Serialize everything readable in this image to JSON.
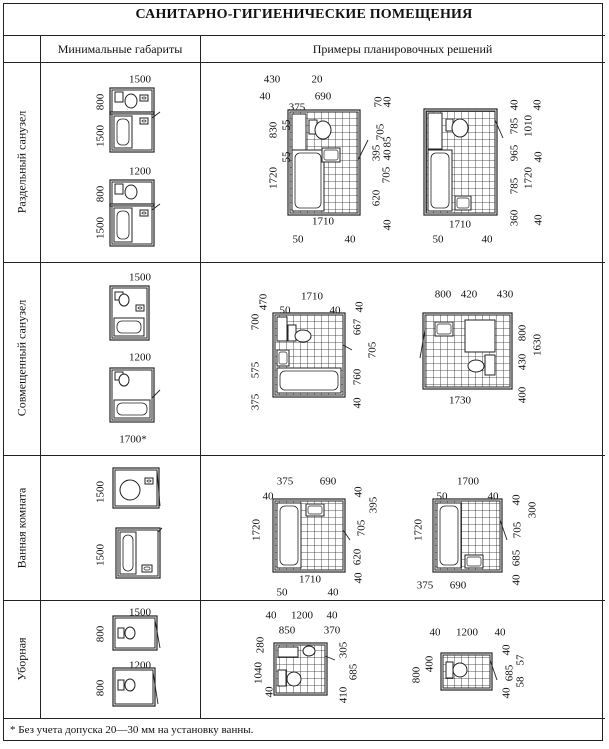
{
  "title": "САНИТАРНО-ГИГИЕНИЧЕСКИЕ ПОМЕЩЕНИЯ",
  "headers": {
    "min_dims": "Минимальные габариты",
    "examples": "Примеры планировочных решений"
  },
  "rows": [
    {
      "label": "Раздельный санузел",
      "min": [
        "1500",
        "800",
        "1500",
        "1200",
        "800",
        "1500"
      ],
      "ex1": [
        "430",
        "20",
        "40",
        "690",
        "375",
        "830",
        "55",
        "55",
        "1720",
        "70",
        "40",
        "705",
        "85",
        "395",
        "40",
        "705",
        "620",
        "40",
        "1710",
        "50",
        "40"
      ],
      "ex2": [
        "40",
        "40",
        "785",
        "1010",
        "965",
        "40",
        "1720",
        "785",
        "360",
        "40",
        "1710",
        "50",
        "40"
      ]
    },
    {
      "label": "Совмещенный санузел",
      "min": [
        "1500",
        "1200",
        "1700*"
      ],
      "ex1": [
        "1710",
        "470",
        "50",
        "40",
        "40",
        "700",
        "667",
        "705",
        "575",
        "760",
        "375",
        "40"
      ],
      "ex2": [
        "800",
        "420",
        "430",
        "800",
        "430",
        "1630",
        "400",
        "1730"
      ]
    },
    {
      "label": "Ванная комната",
      "min": [
        "1500",
        "1500"
      ],
      "ex1": [
        "375",
        "690",
        "40",
        "1720",
        "40",
        "395",
        "705",
        "620",
        "40",
        "1710",
        "50",
        "40"
      ],
      "ex2": [
        "1700",
        "50",
        "40",
        "1720",
        "40",
        "300",
        "705",
        "685",
        "40",
        "375",
        "690"
      ]
    },
    {
      "label": "Уборная",
      "min": [
        "1500",
        "800",
        "1200",
        "800"
      ],
      "ex1": [
        "40",
        "1200",
        "40",
        "850",
        "370",
        "280",
        "1040",
        "40",
        "305",
        "685",
        "410"
      ],
      "ex2": [
        "40",
        "1200",
        "40",
        "800",
        "400",
        "40",
        "57",
        "685",
        "58",
        "40"
      ]
    }
  ],
  "footnote": "* Без учета допуска 20—30 мм на установку ванны."
}
